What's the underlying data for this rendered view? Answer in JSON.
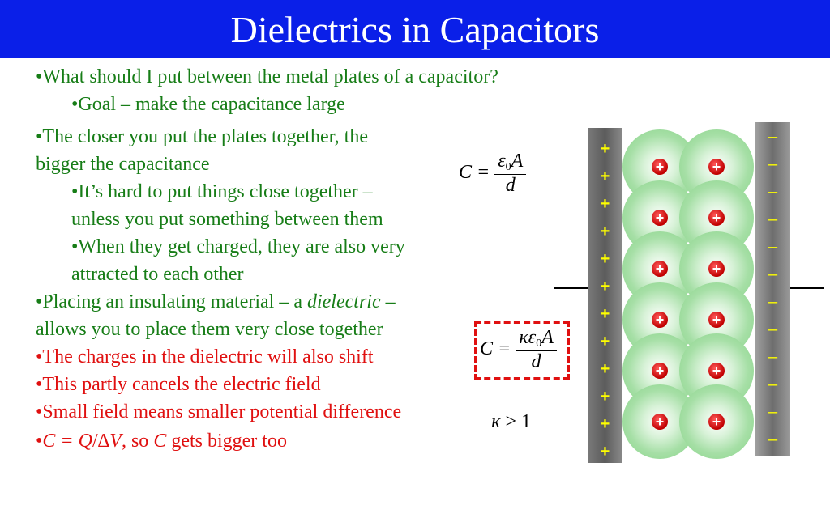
{
  "title": "Dielectrics in Capacitors",
  "bullets": {
    "b1": "•What should I put between the metal plates of a capacitor?",
    "b1_sub": "•Goal – make the capacitance large",
    "b2_l1": "•The closer you put the plates together, the",
    "b2_l2": "bigger the capacitance",
    "b2_sub1_l1": "•It’s hard to put things close together –",
    "b2_sub1_l2": "unless you put something between them",
    "b2_sub2_l1": "•When they get charged, they are also very",
    "b2_sub2_l2": "attracted to each other",
    "b3_pre": "•Placing an insulating material – a ",
    "b3_italic": "dielectric",
    "b3_post": " –",
    "b3_l2": "allows you to place them very close together",
    "b4": "•The charges in the dielectric will also shift",
    "b5": "•This partly cancels the electric field",
    "b6": "•Small field means smaller potential difference",
    "b7_bullet": "•",
    "b7_italic1": "C = Q",
    "b7_slash": "/",
    "b7_italic2": "∆V",
    "b7_mid": ", so ",
    "b7_italic3": "C",
    "b7_end": " gets bigger too"
  },
  "formulas": {
    "f1_lhs": "C =",
    "f1_num_eps": "ε",
    "f1_num_sub": "0",
    "f1_num_A": "A",
    "f1_den": "d",
    "f2_lhs": "C =",
    "f2_num_kappa": "κε",
    "f2_num_sub": "0",
    "f2_num_A": "A",
    "f2_den": "d",
    "f3_kappa": "κ",
    "f3_rest": " > 1"
  },
  "diagram": {
    "left_plate_sign": "+",
    "right_plate_sign": "–",
    "molecule_charge": "+",
    "colors": {
      "positive_sign": "#ffff00",
      "charge": "#c00000",
      "molecule": "#86d386",
      "plate": "#6e6e6e"
    }
  },
  "colors": {
    "title_bar": "#0a1fe8",
    "green_text": "#177d17",
    "red_text": "#e01010"
  }
}
